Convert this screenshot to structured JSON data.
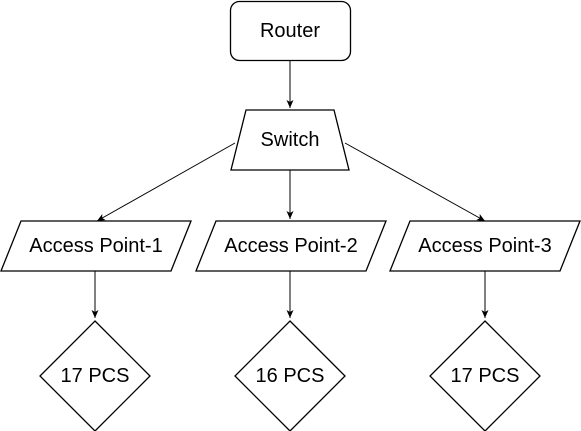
{
  "nodes": {
    "router": {
      "label": "Router",
      "shape": "rounded-rectangle"
    },
    "switch": {
      "label": "Switch",
      "shape": "trapezoid"
    },
    "access_points": [
      {
        "label": "Access Point-1",
        "shape": "parallelogram"
      },
      {
        "label": "Access Point-2",
        "shape": "parallelogram"
      },
      {
        "label": "Access Point-3",
        "shape": "parallelogram"
      }
    ],
    "pc_groups": [
      {
        "label": "17 PCS",
        "shape": "diamond"
      },
      {
        "label": "16 PCS",
        "shape": "diamond"
      },
      {
        "label": "17 PCS",
        "shape": "diamond"
      }
    ]
  },
  "edges": [
    {
      "from": "Router",
      "to": "Switch"
    },
    {
      "from": "Switch",
      "to": "Access Point-1"
    },
    {
      "from": "Switch",
      "to": "Access Point-2"
    },
    {
      "from": "Switch",
      "to": "Access Point-3"
    },
    {
      "from": "Access Point-1",
      "to": "17 PCS"
    },
    {
      "from": "Access Point-2",
      "to": "16 PCS"
    },
    {
      "from": "Access Point-3",
      "to": "17 PCS"
    }
  ],
  "colors": {
    "stroke": "#000000",
    "fill": "#ffffff",
    "text": "#000000"
  }
}
